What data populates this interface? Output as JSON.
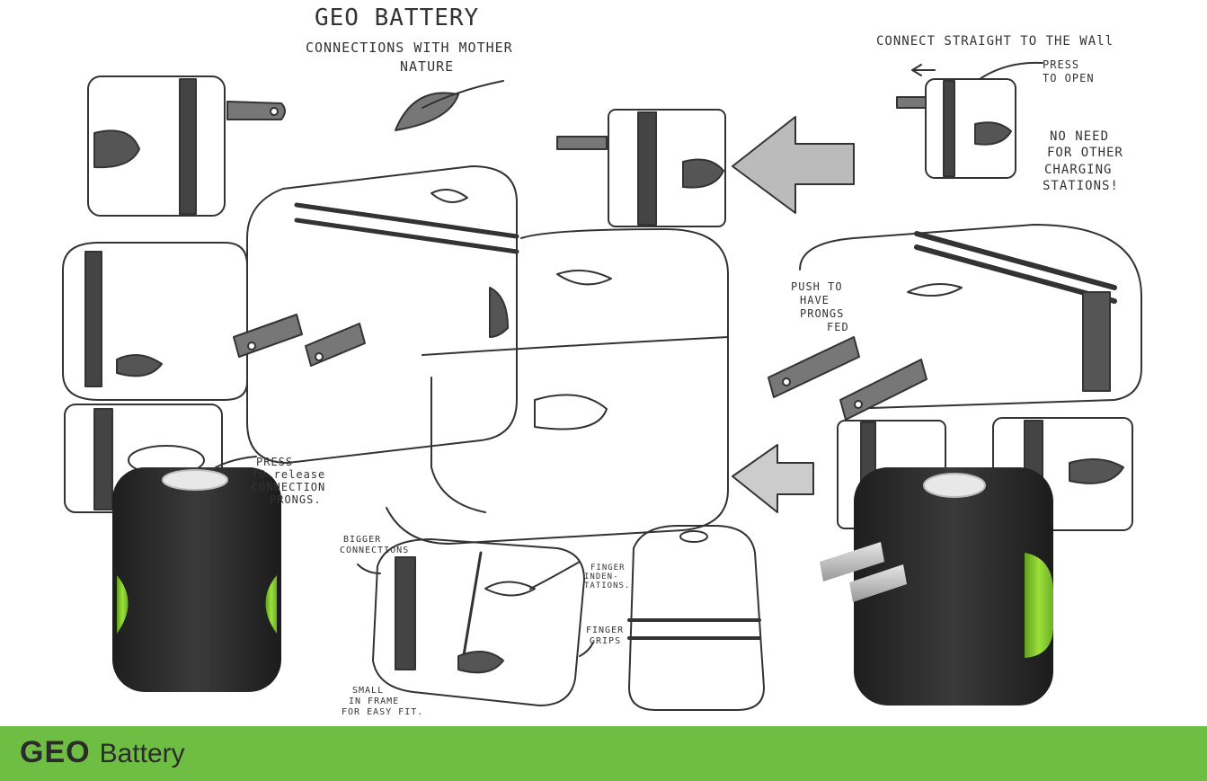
{
  "sketch": {
    "title": "GEO BATTERY",
    "subtitle_1": "CONNECTIONS WITH MOTHER",
    "subtitle_2": "NATURE",
    "connect_wall": "CONNECT STRAIGHT TO THE WAll",
    "press_open_1": "PRESS",
    "press_open_2": "TO OPEN",
    "no_need_1": "NO NEED",
    "no_need_2": "FOR OTHER",
    "no_need_3": "CHARGING",
    "no_need_4": "STATIONS!",
    "push_1": "PUSH TO",
    "push_2": "HAVE",
    "push_3": "PRONGS",
    "push_4": "FED",
    "press_release_1": "PRESS",
    "press_release_2": "TO release",
    "press_release_3": "CONNECTION",
    "press_release_4": "PRONGS.",
    "bigger_1": "BIGGER",
    "bigger_2": "CONNECTIONS",
    "finger_ind_1": "FINGER",
    "finger_ind_2": "INDEN-",
    "finger_ind_3": "TATIONS.",
    "finger_grips_1": "FINGER",
    "finger_grips_2": "GRIPS",
    "small_1": "SMALL",
    "small_2": "IN FRAME",
    "small_3": "FOR EASY FIT."
  },
  "footer": {
    "brand_bold": "GEO",
    "brand_light": "Battery"
  },
  "colors": {
    "accent_green": "#6fbe44",
    "device_black": "#2a2a2a",
    "grip_green": "#8ad130"
  }
}
